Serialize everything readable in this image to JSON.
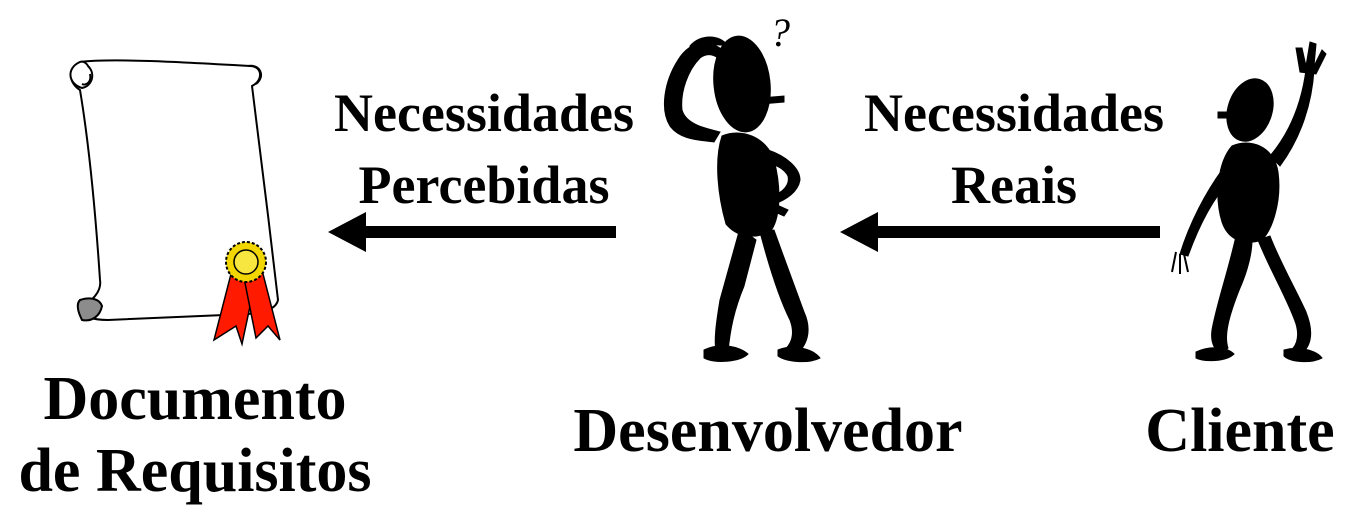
{
  "labels": {
    "perceived_line1": "Necessidades",
    "perceived_line2": "Percebidas",
    "real_line1": "Necessidades",
    "real_line2": "Reais",
    "document_line1": "Documento",
    "document_line2": "de Requisitos",
    "developer": "Desenvolvedor",
    "client": "Cliente",
    "question_mark": "?"
  },
  "icons": {
    "document": "scroll-icon",
    "seal": "ribbon-seal-icon",
    "developer": "thinking-person-icon",
    "client": "waving-person-icon"
  },
  "colors": {
    "ink": "#000000",
    "paper": "#ffffff",
    "paper_shadow": "#8c8c8c",
    "seal_gold": "#f2d600",
    "ribbon_red": "#ff1a00"
  }
}
